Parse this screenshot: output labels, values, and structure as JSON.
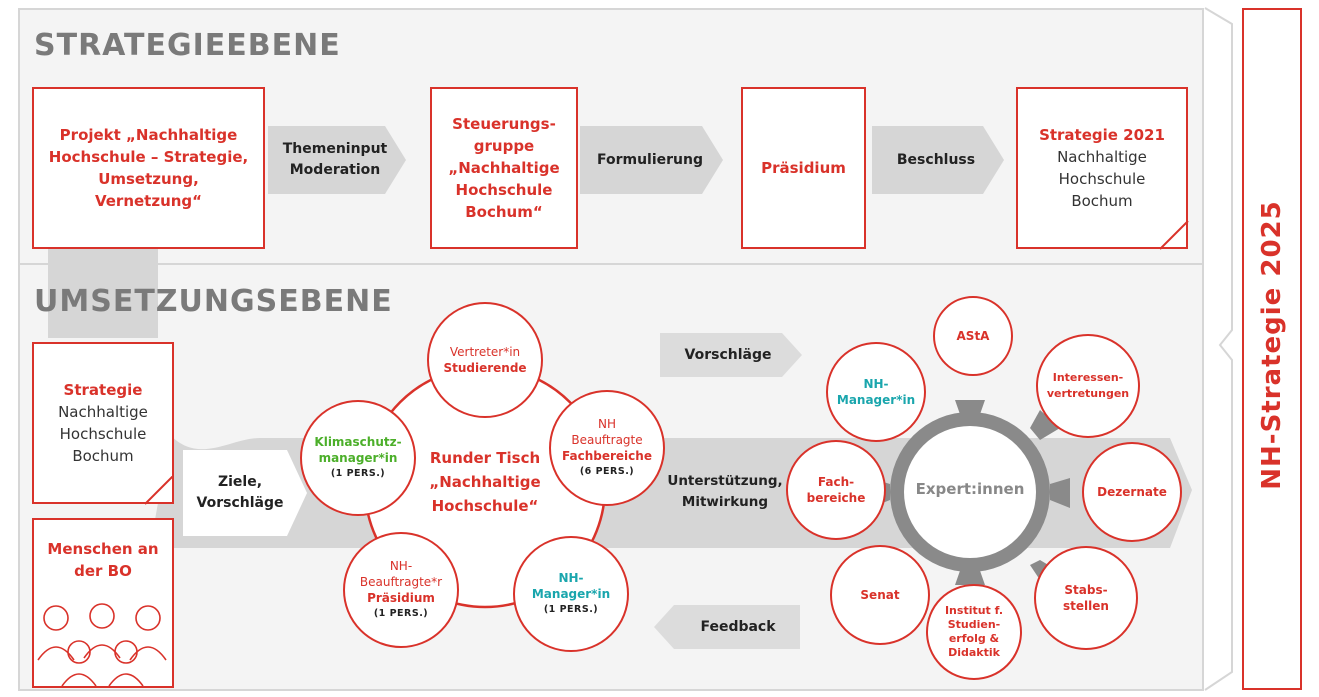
{
  "strategy_level": {
    "title": "STRATEGIEEBENE",
    "box1": "Projekt „Nachhaltige Hochschule – Strategie, Umsetzung, Vernetzung“",
    "arrow1": "Themeninput Moderation",
    "box2": "Steuerungs-gruppe „Nachhaltige Hochschule Bochum“",
    "arrow2": "Formulierung",
    "box3": "Präsidium",
    "arrow3": "Beschluss",
    "box4_title": "Strategie 2021",
    "box4_text": "Nachhaltige Hochschule Bochum"
  },
  "implementation_level": {
    "title": "UMSETZUNGSEBENE",
    "doc_title": "Strategie",
    "doc_text": "Nachhaltige Hochschule Bochum",
    "people_label": "Menschen an der BO",
    "arrow_goals": "Ziele, Vorschläge",
    "round_table_title": "Runder Tisch „Nachhaltige Hochschule“",
    "circle_students_a": "Vertreter*in",
    "circle_students_b": "Studierende",
    "circle_nh_fb_a": "NH Beauftragte",
    "circle_nh_fb_b": "Fachbereiche",
    "circle_nh_fb_c": "(6 PERS.)",
    "circle_klima_a": "Klimaschutz-manager*in",
    "circle_klima_b": "(1 PERS.)",
    "circle_nh_praes_a": "NH-Beauftragte*r",
    "circle_nh_praes_b": "Präsidium",
    "circle_nh_praes_c": "(1 PERS.)",
    "circle_nh_mgr_a": "NH-Manager*in",
    "circle_nh_mgr_b": "(1 PERS.)",
    "arrow_proposals": "Vorschläge",
    "arrow_support": "Unterstützung, Mitwirkung",
    "arrow_feedback": "Feedback",
    "expert_center": "Expert:innen",
    "expert_nh_manager": "NH-Manager*in",
    "expert_asta": "AStA",
    "expert_interest": "Interessen-vertretungen",
    "expert_dezernate": "Dezernate",
    "expert_stabs": "Stabs-stellen",
    "expert_institut": "Institut f. Studien-erfolg & Didaktik",
    "expert_senat": "Senat",
    "expert_fach": "Fach-bereiche"
  },
  "sidebar": {
    "label": "NH-Strategie 2025"
  },
  "colors": {
    "accent": "#d9322a",
    "green": "#4caf2a",
    "teal": "#1aa6ad",
    "grey": "#7a7a7a"
  }
}
